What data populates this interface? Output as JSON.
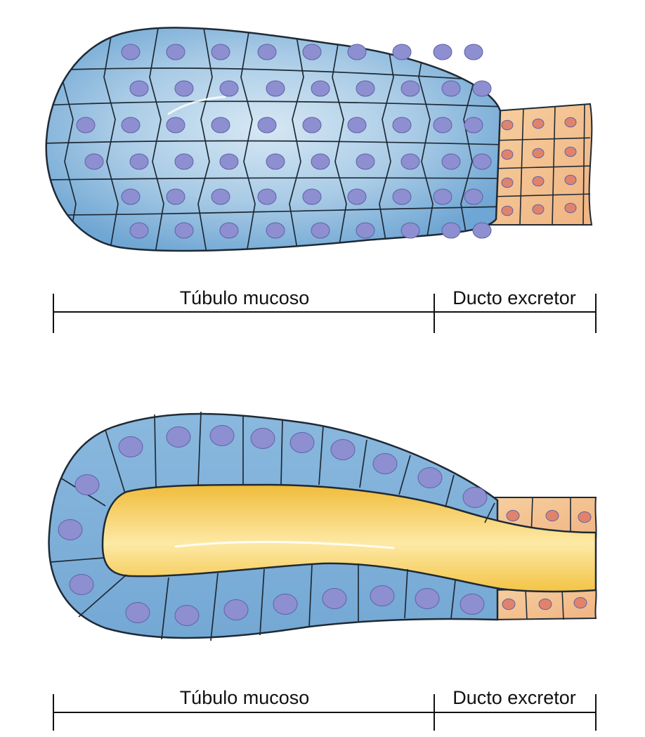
{
  "diagrams": [
    {
      "labels": {
        "tubule": "Túbulo mucoso",
        "duct": "Ducto excretor"
      }
    },
    {
      "labels": {
        "tubule": "Túbulo mucoso",
        "duct": "Ducto excretor"
      }
    }
  ],
  "colors": {
    "tubule_cell_fill": "#7fb0d8",
    "tubule_cell_light": "#cfe3f1",
    "tubule_outline": "#1e2a36",
    "nucleus": "#8d8fd0",
    "duct_cell_fill": "#f2bb8c",
    "duct_nucleus": "#e0836c",
    "lumen": "#f2c64a",
    "lumen_light": "#fff0b8"
  }
}
